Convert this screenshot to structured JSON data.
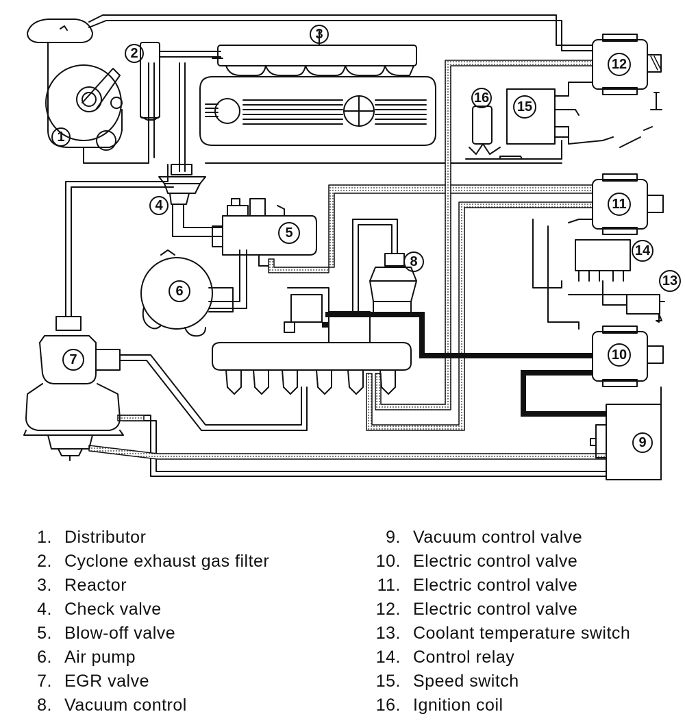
{
  "diagram": {
    "callouts": [
      "1",
      "2",
      "3",
      "4",
      "5",
      "6",
      "7",
      "8",
      "9",
      "10",
      "11",
      "12",
      "13",
      "14",
      "15",
      "16"
    ]
  },
  "legend": {
    "left": [
      {
        "num": "1.",
        "label": "Distributor"
      },
      {
        "num": "2.",
        "label": "Cyclone exhaust gas filter"
      },
      {
        "num": "3.",
        "label": "Reactor"
      },
      {
        "num": "4.",
        "label": "Check valve"
      },
      {
        "num": "5.",
        "label": "Blow-off valve"
      },
      {
        "num": "6.",
        "label": "Air pump"
      },
      {
        "num": "7.",
        "label": "EGR valve"
      },
      {
        "num": "8.",
        "label": "Vacuum control"
      }
    ],
    "right": [
      {
        "num": "9.",
        "label": "Vacuum control valve"
      },
      {
        "num": "10.",
        "label": "Electric control valve"
      },
      {
        "num": "11.",
        "label": "Electric control valve"
      },
      {
        "num": "12.",
        "label": "Electric control valve"
      },
      {
        "num": "13.",
        "label": "Coolant temperature switch"
      },
      {
        "num": "14.",
        "label": "Control relay"
      },
      {
        "num": "15.",
        "label": "Speed switch"
      },
      {
        "num": "16.",
        "label": "Ignition coil"
      }
    ]
  },
  "colors": {
    "line": "#111111",
    "background": "#ffffff",
    "hatch": "#555555"
  }
}
